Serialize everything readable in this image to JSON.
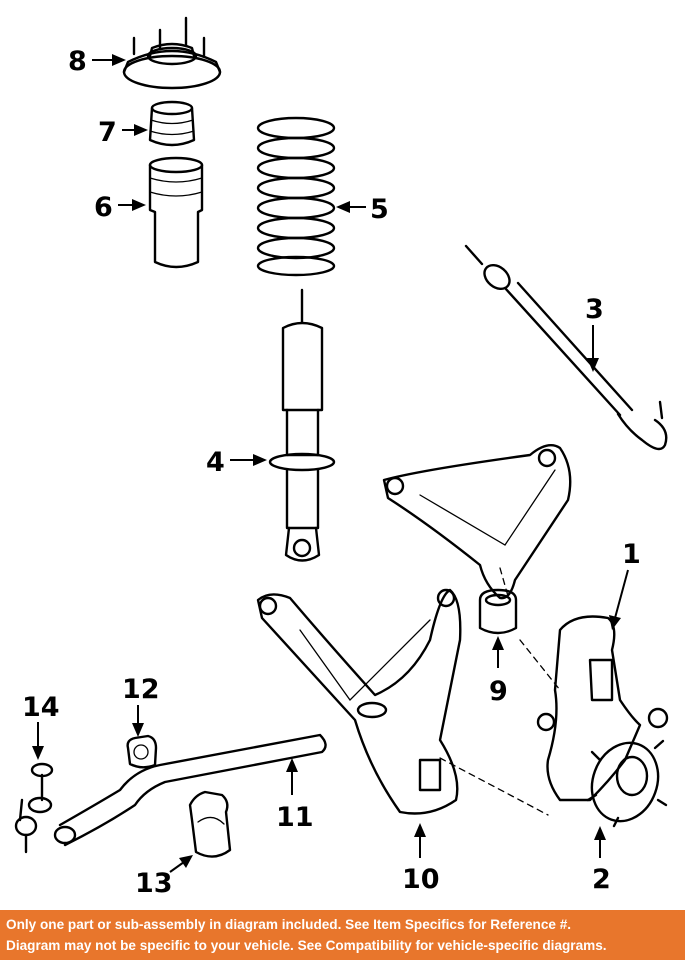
{
  "callouts": {
    "c1": "1",
    "c2": "2",
    "c3": "3",
    "c4": "4",
    "c5": "5",
    "c6": "6",
    "c7": "7",
    "c8": "8",
    "c9": "9",
    "c10": "10",
    "c11": "11",
    "c12": "12",
    "c13": "13",
    "c14": "14"
  },
  "banner": {
    "line1": "Only one part or sub-assembly in diagram included. See Item Specifics for Reference #.",
    "line2": "Diagram may not be specific to your vehicle. See Compatibility for vehicle-specific diagrams.",
    "color": "#e8762c"
  }
}
